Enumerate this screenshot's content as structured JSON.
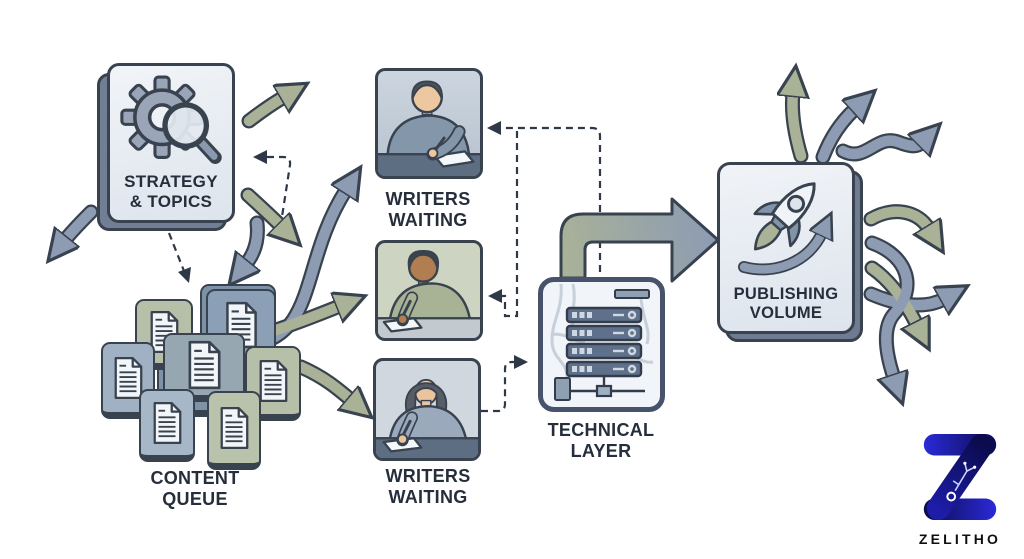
{
  "diagram": {
    "nodes": {
      "strategy": {
        "label_line1": "STRATEGY",
        "label_line2": "& TOPICS",
        "icon": "gear-search-icon"
      },
      "content_queue": {
        "label_line1": "CONTENT",
        "label_line2": "QUEUE",
        "icon": "document-stack-icon",
        "document_count": 7
      },
      "writers_top": {
        "label_line1": "WRITERS",
        "label_line2": "WAITING",
        "icon": "writer-at-desk-icon"
      },
      "writers_middle": {
        "icon": "writer-at-desk-icon"
      },
      "writers_bottom": {
        "label_line1": "WRITERS",
        "label_line2": "WAITING",
        "icon": "writer-at-desk-icon"
      },
      "technical_layer": {
        "label_line1": "TECHNICAL",
        "label_line2": "LAYER",
        "icon": "server-rack-icon"
      },
      "publishing_volume": {
        "label_line1": "PUBLISHING",
        "label_line2": "VOLUME",
        "icon": "rocket-growth-icon"
      }
    },
    "colors": {
      "outline": "#39434f",
      "arrow_blue": "#8d9cb2",
      "arrow_green": "#a9b297",
      "box_fill": "#e9eef4",
      "label_text": "#262e3c",
      "background": "#ffffff"
    }
  },
  "brand": {
    "name": "ZELITHO",
    "logo_letter": "Z",
    "logo_color_bright": "#2a2ad8",
    "logo_color_dark": "#0b0b4e"
  }
}
